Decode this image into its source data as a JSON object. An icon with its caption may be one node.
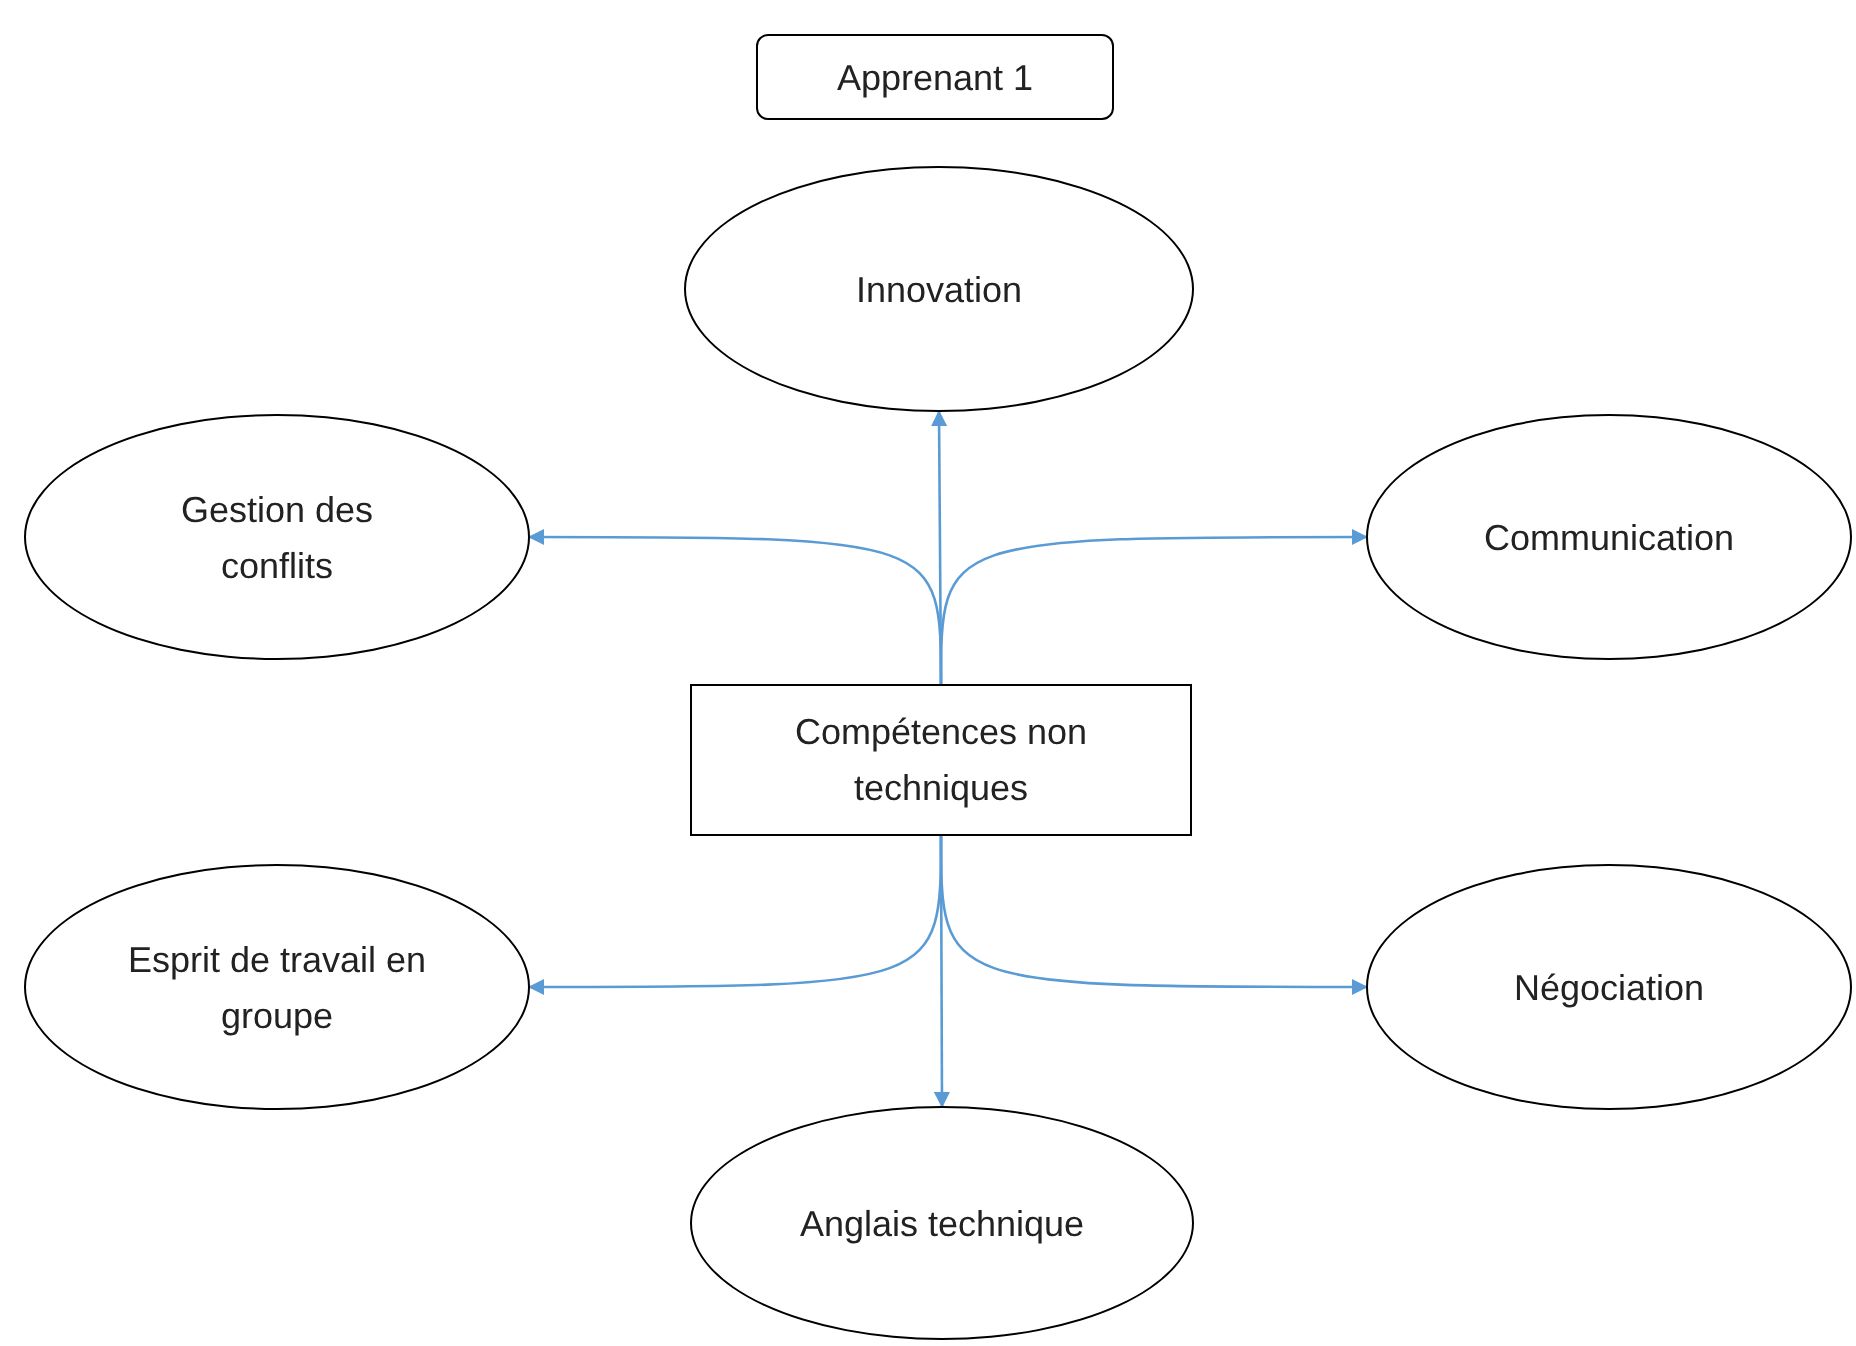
{
  "diagram": {
    "nodes": [
      {
        "text": [
          "Apprenant 1"
        ]
      },
      {
        "text": [
          "Innovation"
        ]
      },
      {
        "text": [
          "Gestion des conflits"
        ]
      },
      {
        "text": [
          "Communication"
        ]
      },
      {
        "text": [
          "Compétences non techniques"
        ]
      },
      {
        "text": [
          "Esprit de travail en groupe"
        ]
      },
      {
        "text": [
          "Négociation"
        ]
      },
      {
        "text": [
          "Anglais technique"
        ]
      }
    ],
    "edges": [
      {
        "from": 4,
        "to": 1,
        "arrow": "to"
      },
      {
        "from": 4,
        "to": 2,
        "arrow": "to"
      },
      {
        "from": 4,
        "to": 3,
        "arrow": "to"
      },
      {
        "from": 4,
        "to": 5,
        "arrow": "to"
      },
      {
        "from": 4,
        "to": 6,
        "arrow": "to"
      },
      {
        "from": 4,
        "to": 7,
        "arrow": "to"
      }
    ]
  }
}
